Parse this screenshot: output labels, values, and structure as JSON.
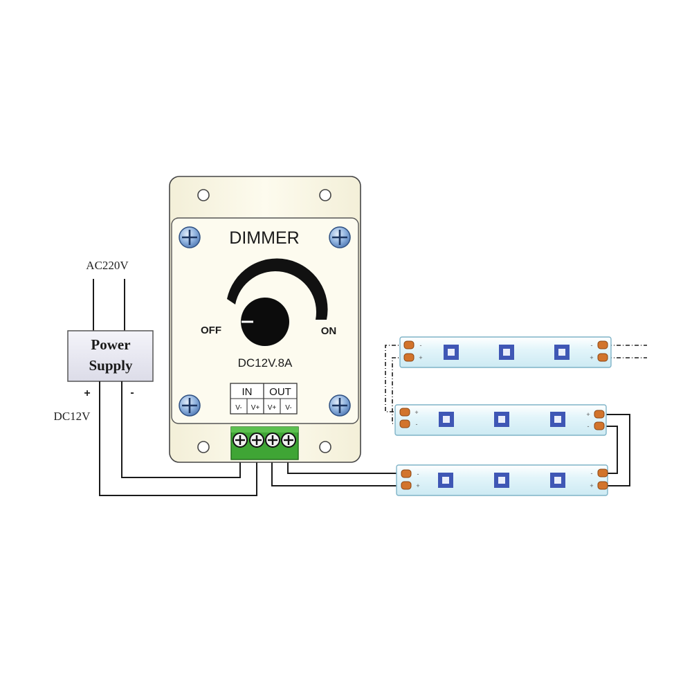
{
  "mains_label": "AC220V",
  "power_supply": {
    "line1": "Power",
    "line2": "Supply",
    "plus": "+",
    "minus": "-",
    "output_label": "DC12V"
  },
  "dimmer": {
    "title": "DIMMER",
    "off_label": "OFF",
    "on_label": "ON",
    "rating": "DC12V.8A",
    "in_label": "IN",
    "out_label": "OUT",
    "pins": [
      "V-",
      "V+",
      "V+",
      "V-"
    ]
  },
  "strip": {
    "pad_plus": "+",
    "pad_minus": "-"
  },
  "colors": {
    "housing": "#fbf8e6",
    "terminal_green": "#3fa535",
    "screw_blue": "#6c95c9",
    "strip_body": "#e6f6fb",
    "led_blue": "#3f57b5",
    "pad_copper": "#d2742c"
  }
}
